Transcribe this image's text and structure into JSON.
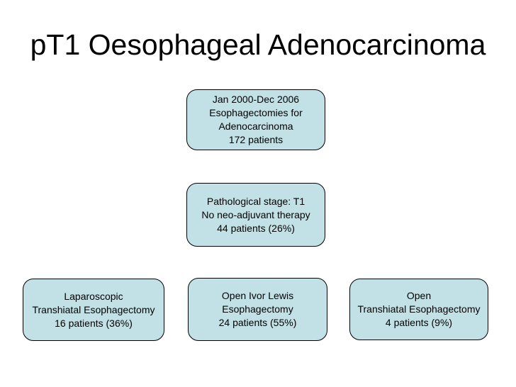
{
  "slide": {
    "title": "pT1 Oesophageal Adenocarcinoma",
    "colors": {
      "background": "#ffffff",
      "title_color": "#000000",
      "box_fill": "#c2e1e6",
      "box_border": "#000000"
    },
    "boxes": [
      {
        "id": "cohort",
        "lines": [
          "Jan 2000-Dec 2006",
          "Esophagectomies for",
          "Adenocarcinoma",
          "172 patients"
        ]
      },
      {
        "id": "stage",
        "lines": [
          "Pathological stage: T1",
          "No neo-adjuvant therapy",
          "44 patients (26%)"
        ]
      },
      {
        "id": "laparoscopic-transhiatal",
        "lines": [
          "Laparoscopic",
          "Transhiatal Esophagectomy",
          "16 patients (36%)"
        ]
      },
      {
        "id": "open-ivor-lewis",
        "lines": [
          "Open Ivor Lewis",
          "Esophagectomy",
          "24 patients (55%)"
        ]
      },
      {
        "id": "open-transhiatal",
        "lines": [
          "Open",
          "Transhiatal Esophagectomy",
          "4 patients (9%)"
        ]
      }
    ]
  }
}
